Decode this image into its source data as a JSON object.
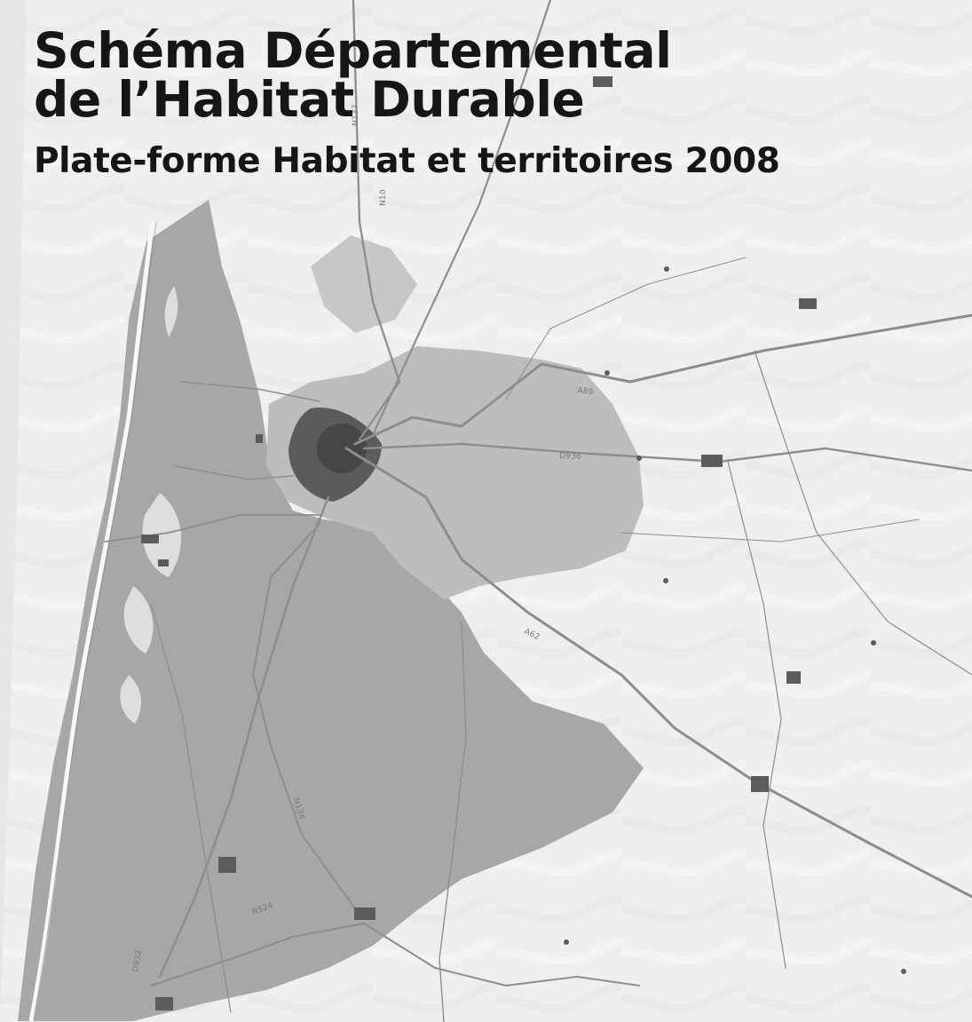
{
  "page": {
    "title_line_1": "Schéma Départemental",
    "title_line_2": "de l’Habitat Durable",
    "subtitle": "Plate-forme Habitat et territoires 2008"
  },
  "map": {
    "road_labels": {
      "n10": "N10",
      "n137": "N137",
      "a89": "A89",
      "d936": "D936",
      "a62": "A62",
      "n134": "N134",
      "n524": "N524",
      "d932": "D932"
    },
    "colors": {
      "background": "#efefef",
      "ocean": "#e2e2e2",
      "coastal_zone": "#a8a8a8",
      "central_zone": "#bcbcbc",
      "urban": "#595959",
      "road": "#8d8d8d",
      "text": "#161616"
    }
  }
}
